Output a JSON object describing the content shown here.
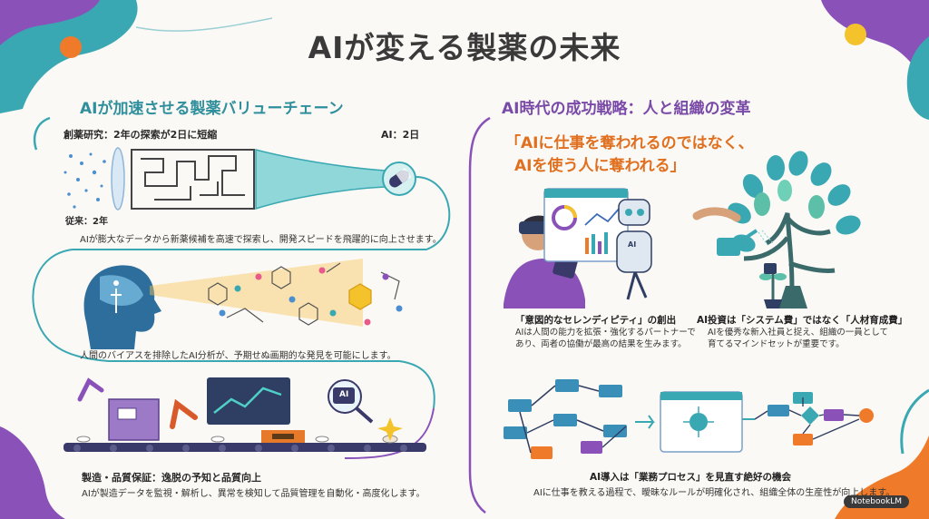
{
  "title": "AIが変える製薬の未来",
  "left": {
    "heading": "AIが加速させる製薬バリューチェーン",
    "discovery": {
      "label": "創薬研究：2年の探索が2日に短縮",
      "ai_time": "AI：2日",
      "conventional_time": "従来：2年",
      "description": "AIが膨大なデータから新薬候補を高速で探索し、開発スピードを飛躍的に向上させます。"
    },
    "bias": {
      "description": "人間のバイアスを排除したAI分析が、予期せぬ画期的な発見を可能にします。"
    },
    "manufacturing": {
      "ai_label": "AI",
      "title": "製造・品質保証：逸脱の予知と品質向上",
      "description": "AIが製造データを監視・解析し、異常を検知して品質管理を自動化・高度化します。"
    }
  },
  "right": {
    "heading": "AI時代の成功戦略：人と組織の変革",
    "quote_line1": "「AIに仕事を奪われるのではなく、",
    "quote_line2": "AIを使う人に奪われる」",
    "serendipity": {
      "robot_label": "AI",
      "title": "「意図的なセレンディピティ」の創出",
      "line1": "AIは人間の能力を拡張・強化するパートナーで",
      "line2": "あり、両者の協働が最高の結果を生みます。"
    },
    "investment": {
      "title": "AI投資は「システム費」ではなく「人材育成費」",
      "line1": "AIを優秀な新入社員と捉え、組織の一員として",
      "line2": "育てるマインドセットが重要です。"
    },
    "process": {
      "title": "AI導入は「業務プロセス」を見直す絶好の機会",
      "description": "AIに仕事を教える過程で、曖昧なルールが明確化され、組織全体の生産性が向上します。"
    }
  },
  "brand": "NotebookLM",
  "colors": {
    "teal": "#2f8f9c",
    "purple": "#7a4aa8",
    "orange": "#e0701f",
    "yellow": "#f4c22b",
    "background": "#fbf9f5"
  }
}
